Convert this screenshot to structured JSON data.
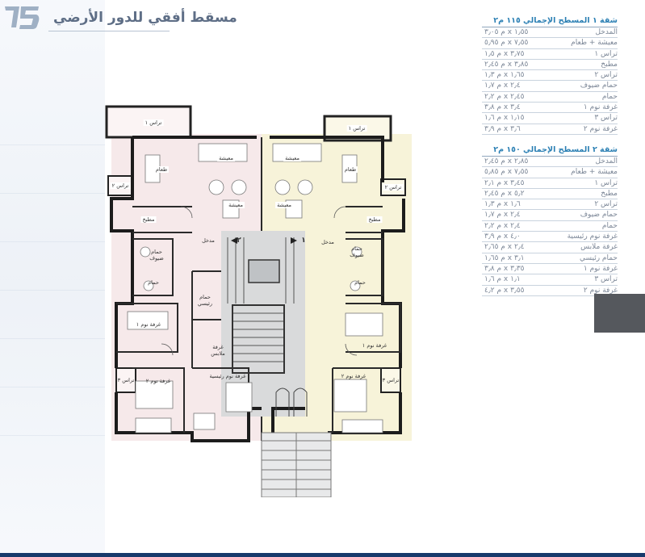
{
  "header": {
    "title": "مسقط أفقي للدور الأرضي"
  },
  "schedules": [
    {
      "title": "شقة ١ المسطح الإجمالي ١١٥ م٢",
      "rows": [
        {
          "name": "المدخل",
          "dim": "م ٣٫٠٥ x ١٫٥٥"
        },
        {
          "name": "معيشة + طعام",
          "dim": "م ٥٫٩٥ x ٧٫٥٥"
        },
        {
          "name": "تراس ١",
          "dim": "م ١٫٥ x ٣٫٧٥"
        },
        {
          "name": "مطبخ",
          "dim": "م ٢٫٤٥ x ٣٫٨٥"
        },
        {
          "name": "تراس ٢",
          "dim": "م ١٫٣ x ١٫٦٥"
        },
        {
          "name": "حمام ضيوف",
          "dim": "م ١٫٧ x ٢٫٤"
        },
        {
          "name": "حمام",
          "dim": "م ٢٫٢ x ٢٫٤٥"
        },
        {
          "name": "غرفة نوم ١",
          "dim": "م ٣٫٨ x ٣٫٤"
        },
        {
          "name": "تراس ٣",
          "dim": "م ١٫٦ x ١٫١٥"
        },
        {
          "name": "غرفة نوم ٢",
          "dim": "م ٣٫٩ x ٣٫٦"
        }
      ]
    },
    {
      "title": "شقة ٢ المسطح الإجمالي ١٥٠ م٢",
      "rows": [
        {
          "name": "المدخل",
          "dim": "م ٢٫٤٥ x ٢٫٨٥"
        },
        {
          "name": "معيشة + طعام",
          "dim": "م ٥٫٨٥ x ٧٫٥٥"
        },
        {
          "name": "تراس ١",
          "dim": "م ٢٫١ x ٣٫٤٥"
        },
        {
          "name": "مطبخ",
          "dim": "م ٢٫٤٥ x ٥٫٢"
        },
        {
          "name": "تراس ٢",
          "dim": "م ١٫٣ x ١٫٦"
        },
        {
          "name": "حمام ضيوف",
          "dim": "م ١٫٧ x ٢٫٤"
        },
        {
          "name": "حمام",
          "dim": "م ٢٫٢ x ٢٫٤"
        },
        {
          "name": "غرفة نوم رئيسية",
          "dim": "م ٣٫٩ x ٤٫٠"
        },
        {
          "name": "غرفة ملابس",
          "dim": "م ٢٫٦٥ x ٢٫٤"
        },
        {
          "name": "حمام رئيسي",
          "dim": "م ١٫٦٥ x ٣٫١"
        },
        {
          "name": "غرفة نوم ١",
          "dim": "م ٣٫٨ x ٣٫٣٥"
        },
        {
          "name": "تراس ٣",
          "dim": "م ١٫٦ x ١٫١"
        },
        {
          "name": "غرفة نوم ٢",
          "dim": "م ٤٫٢ x ٣٫٥٥"
        }
      ]
    }
  ],
  "plan_labels": {
    "teras1_left": "تراس ١",
    "teras1_right": "تراس ١",
    "teras2_left": "تراس ٢",
    "teras2_right": "تراس ٢",
    "teras3_left": "تراس ٣",
    "teras3_right": "تراس ٣",
    "living_left_top": "معيشة",
    "living_right_top": "معيشة",
    "dining_left": "طعام",
    "dining_right": "طعام",
    "living_left": "معيشة",
    "living_right": "معيشة",
    "kitchen_left": "مطبخ",
    "kitchen_right": "مطبخ",
    "entry_left": "مدخل",
    "entry_right": "مدخل",
    "guest_bath_left": "حمام ضيوف",
    "guest_bath_right": "حمام ضيوف",
    "bath_left": "حمام",
    "bath_right": "حمام",
    "master_bath": "حمام رئيسي",
    "dressing": "غرفة ملابس",
    "bed1_left": "غرفة نوم ١",
    "bed1_right": "غرفة نوم ١",
    "bed2_left": "غرفة نوم ٢",
    "bed2_right": "غرفة نوم ٢",
    "master_bed": "غرفة نوم رئيسية",
    "unit_num_left": "٢",
    "unit_num_right": "١"
  },
  "colors": {
    "unit_left_fill": "#f6e9ea",
    "unit_right_fill": "#f7f3d9",
    "core_fill": "#d9dadb",
    "accent_title": "#2c80b4",
    "brand_dark": "#173a6b"
  }
}
